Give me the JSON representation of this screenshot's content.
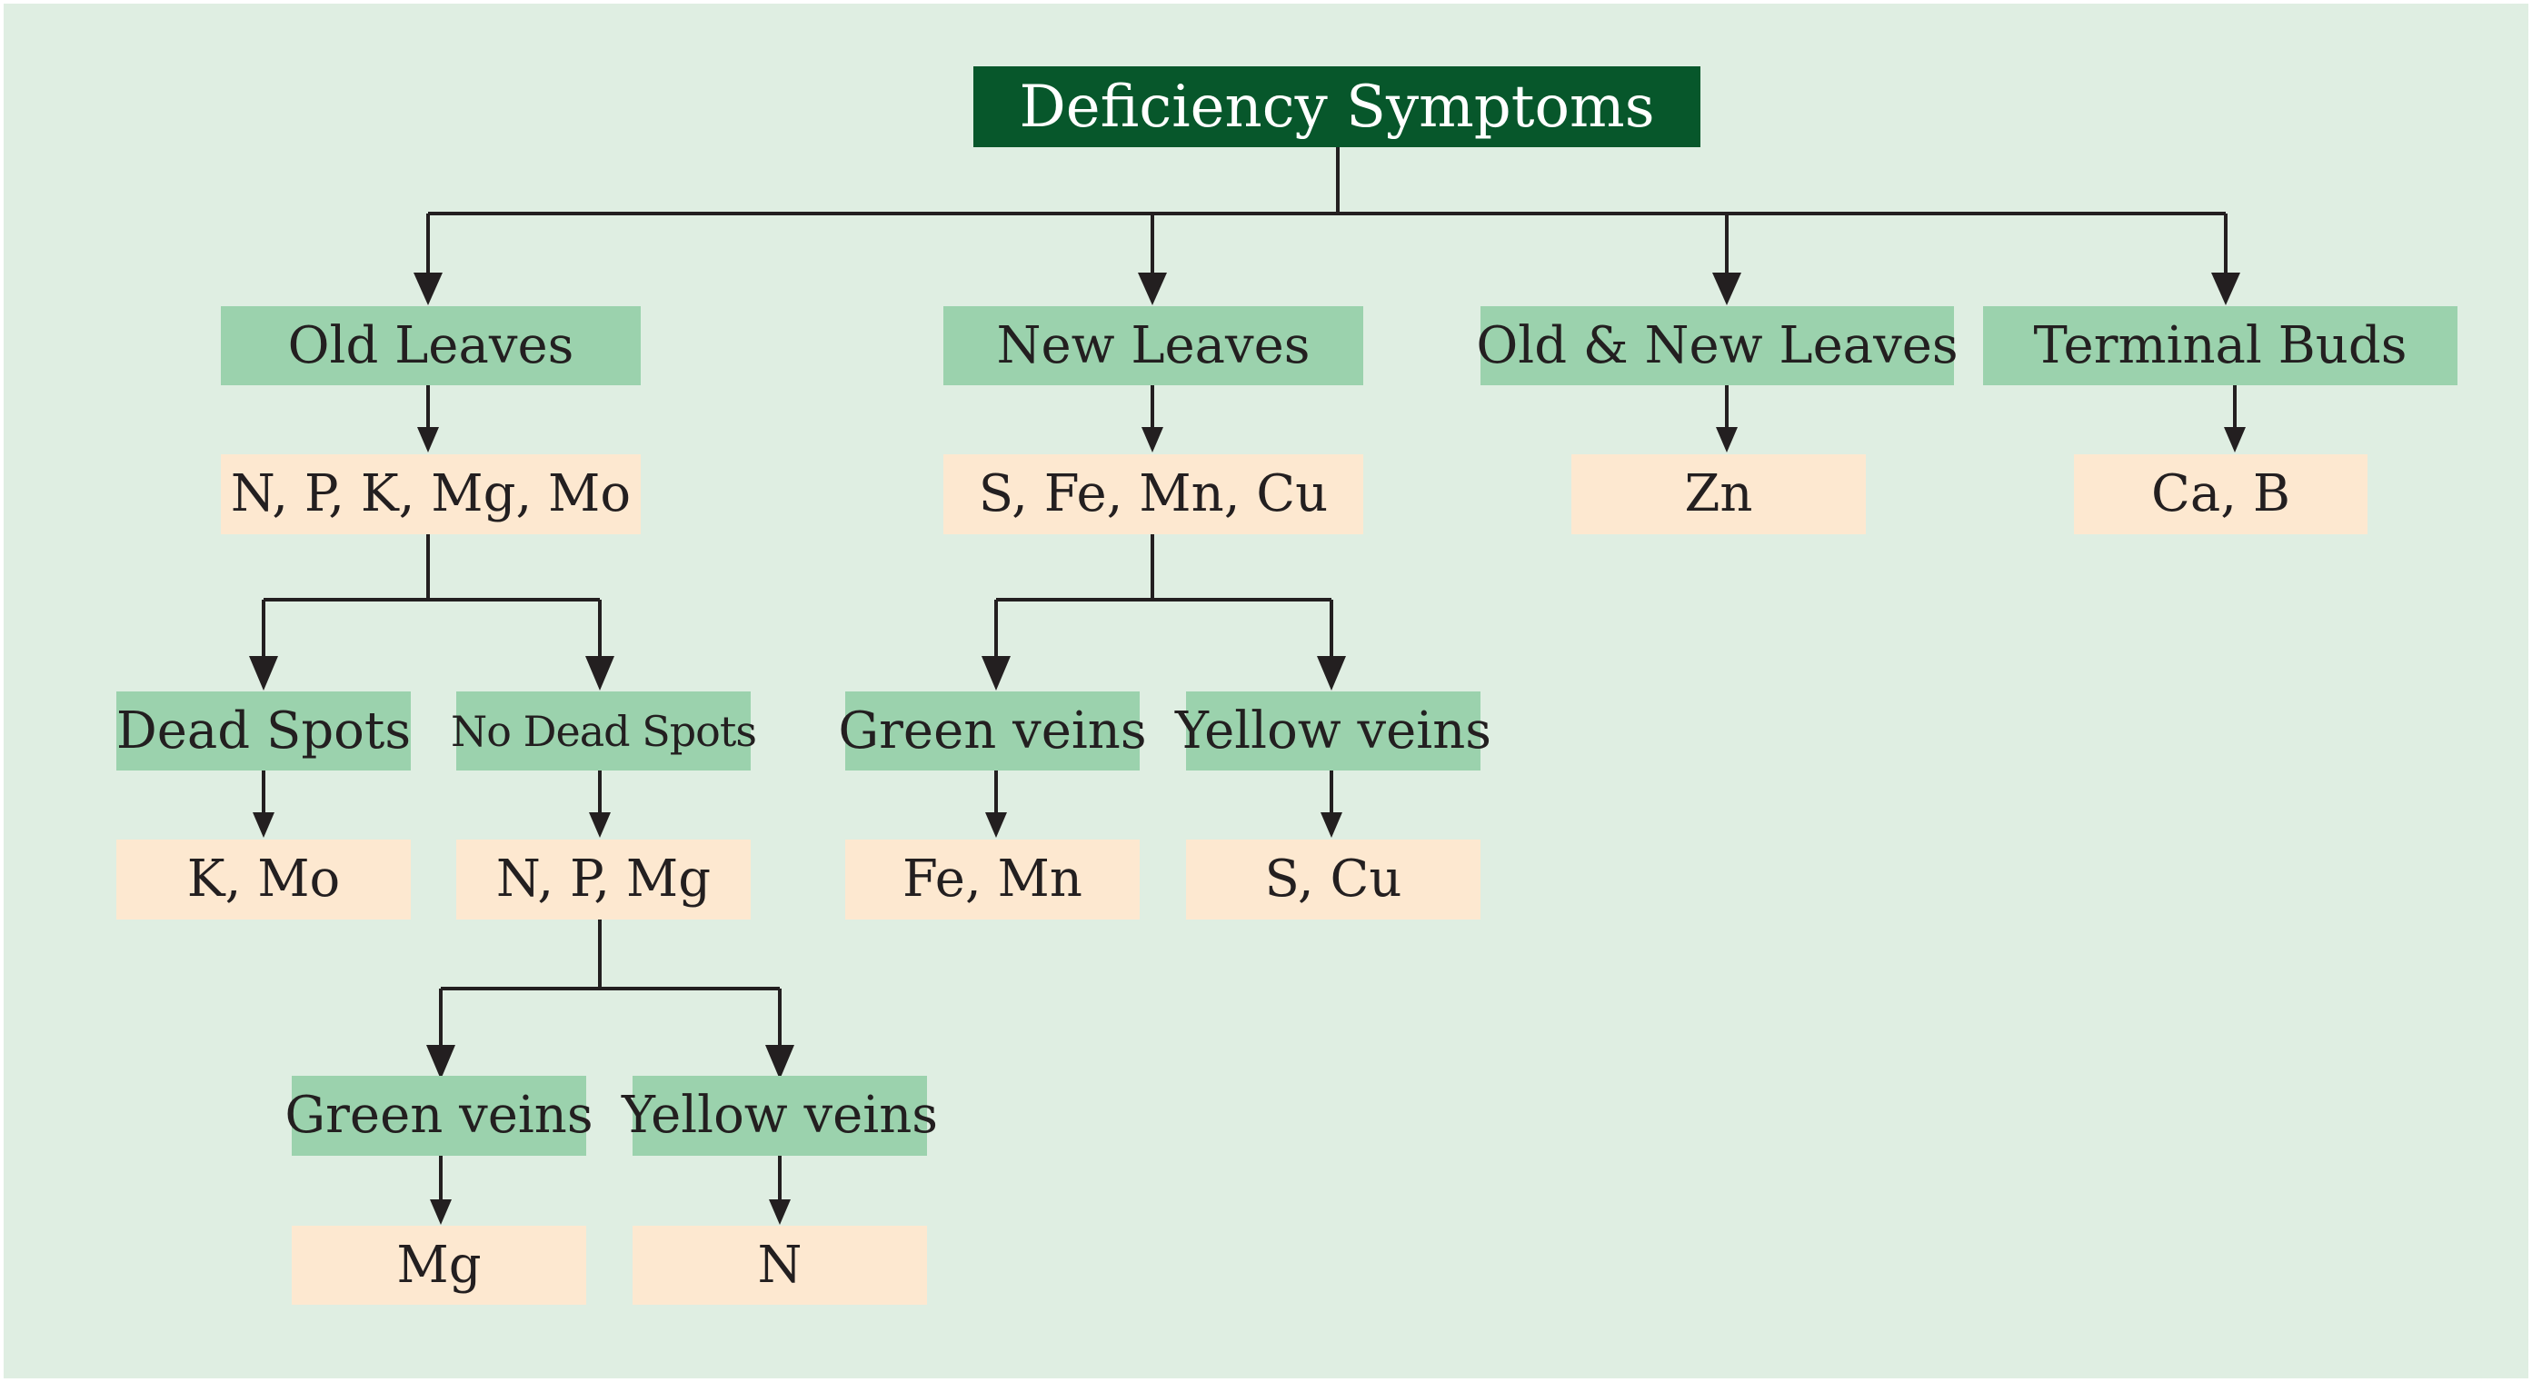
{
  "diagram": {
    "root": {
      "label": "Deficiency Symptoms"
    },
    "old_leaves": {
      "label": "Old Leaves",
      "elements": "N, P, K, Mg, Mo",
      "dead_spots": {
        "label": "Dead Spots",
        "elements": "K, Mo"
      },
      "no_dead_spots": {
        "label": "No Dead Spots",
        "elements": "N, P, Mg",
        "green_veins": {
          "label": "Green veins",
          "elements": "Mg"
        },
        "yellow_veins": {
          "label": "Yellow veins",
          "elements": "N"
        }
      }
    },
    "new_leaves": {
      "label": "New Leaves",
      "elements": "S, Fe, Mn, Cu",
      "green_veins": {
        "label": "Green veins",
        "elements": "Fe, Mn"
      },
      "yellow_veins": {
        "label": "Yellow veins",
        "elements": "S, Cu"
      }
    },
    "old_new_leaves": {
      "label": "Old & New Leaves",
      "elements": "Zn"
    },
    "terminal_buds": {
      "label": "Terminal Buds",
      "elements": "Ca, B"
    }
  },
  "colors": {
    "background": "#dfeee2",
    "root_fill": "#07572b",
    "category_fill": "#9bd2ad",
    "element_fill": "#fde8d0",
    "connector": "#231f20"
  }
}
